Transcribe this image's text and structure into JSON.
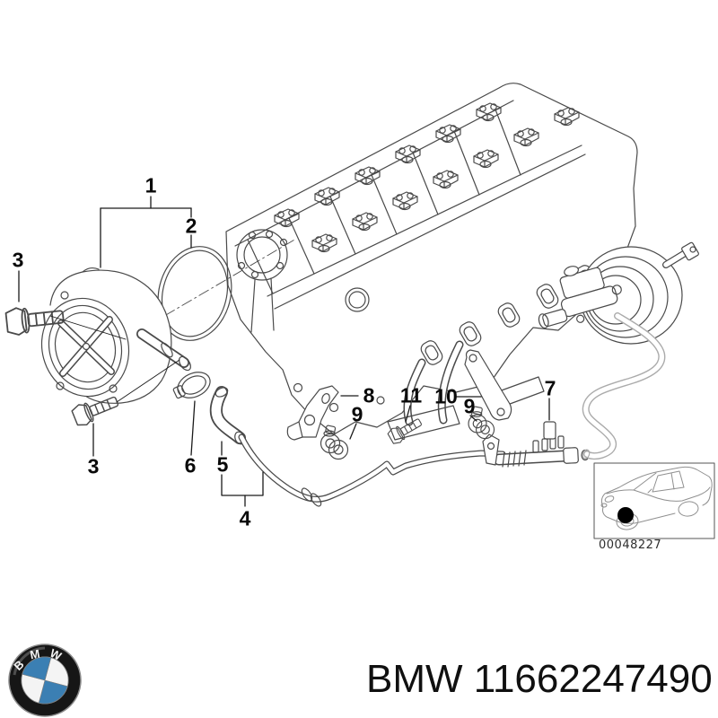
{
  "diagram": {
    "callouts": [
      {
        "label": "1"
      },
      {
        "label": "2"
      },
      {
        "label": "3"
      },
      {
        "label": "3"
      },
      {
        "label": "6"
      },
      {
        "label": "5"
      },
      {
        "label": "4"
      },
      {
        "label": "8"
      },
      {
        "label": "9"
      },
      {
        "label": "11"
      },
      {
        "label": "10"
      },
      {
        "label": "9"
      },
      {
        "label": "7"
      }
    ],
    "catalog_number": "00048227",
    "line_color": "#4a4a4a",
    "hose_color": "#ababab"
  },
  "footer": {
    "part_number": "BMW 11662247490",
    "logo_letters": "BMW",
    "logo_blue": "#3b7fb3"
  }
}
